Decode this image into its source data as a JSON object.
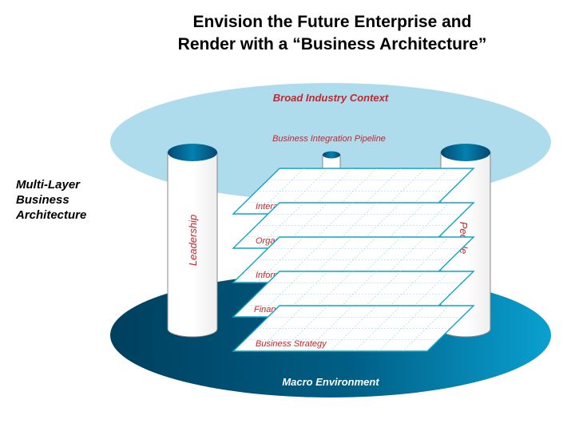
{
  "title": {
    "line1": "Envision the Future Enterprise and",
    "line2": "Render with a “Business Architecture”"
  },
  "side_label": [
    "Multi-Layer",
    "Business",
    "Architecture"
  ],
  "top_ellipse_label": "Broad Industry Context",
  "pipeline_label": "Business Integration Pipeline",
  "bottom_ellipse_label": "Macro Environment",
  "left_pillar_label": "Leadership",
  "right_pillar_label": "People",
  "layers": [
    "Interactions",
    "Organization & Process",
    "Information Technology",
    "Financial Model",
    "Business Strategy"
  ],
  "colors": {
    "top_ellipse": "#a8d9ec",
    "bottom_ellipse_dark": "#004a6b",
    "bottom_ellipse_light": "#0a97c8",
    "accent_text": "#c8242b",
    "layer_stroke": "#0ea4c8",
    "grid": "#8fd3e6"
  }
}
